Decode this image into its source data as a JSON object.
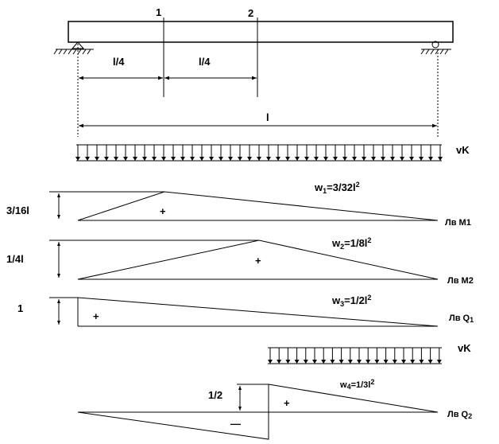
{
  "section_labels": {
    "s1": "1",
    "s2": "2"
  },
  "spans": {
    "l4_a": "l/4",
    "l4_b": "l/4",
    "l": "l"
  },
  "loads": {
    "q_top": "vK",
    "q_bottom": "vK"
  },
  "diagrams": {
    "m1": {
      "ordinate": "3/16l",
      "area_base": "w",
      "area_sub": "1",
      "area_rest": "=3/32l",
      "area_sup": "2",
      "name_base": "Лв М",
      "name_sub": "1",
      "sign": "+"
    },
    "m2": {
      "ordinate": "1/4l",
      "area_base": "w",
      "area_sub": "2",
      "area_rest": "=1/8l",
      "area_sup": "2",
      "name_base": "Лв М",
      "name_sub": "2",
      "sign": "+"
    },
    "q1": {
      "ordinate": "1",
      "area_base": "w",
      "area_sub": "3",
      "area_rest": "=1/2l",
      "area_sup": "2",
      "name_base": "Лв Q",
      "name_sub": "1",
      "sign": "+"
    },
    "q2": {
      "ordinate": "1/2",
      "area_base": "w",
      "area_sub": "4",
      "area_rest": "=1/3l",
      "area_sup": "2",
      "name_base": "Лв Q",
      "name_sub": "2",
      "sign_pos": "+",
      "sign_neg": "—"
    }
  },
  "colors": {
    "ink": "#000000",
    "background": "#ffffff"
  }
}
